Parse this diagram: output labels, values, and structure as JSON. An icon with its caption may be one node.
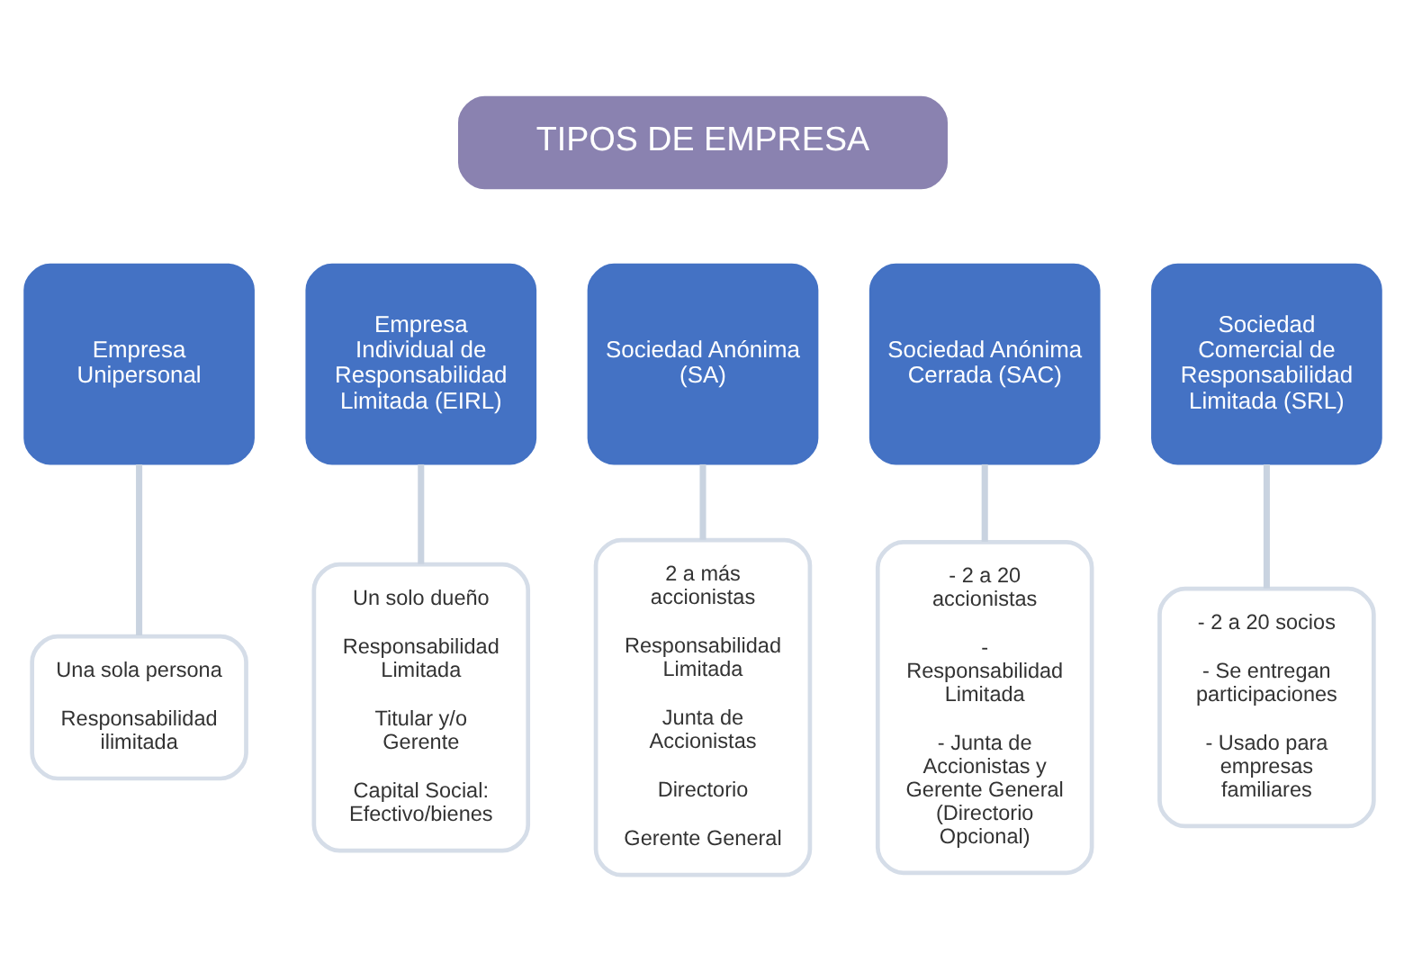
{
  "diagram": {
    "nodes": [
      {
        "text": [
          "TIPOS DE EMPRESA"
        ]
      },
      {
        "text": [
          "Empresa Unipersonal"
        ]
      },
      {
        "text": [
          "Empresa Individual de Responsabilidad Limitada (EIRL)"
        ]
      },
      {
        "text": [
          "Sociedad Anónima (SA)"
        ]
      },
      {
        "text": [
          "Sociedad Anónima Cerrada (SAC)"
        ]
      },
      {
        "text": [
          "Sociedad Comercial de Responsabilidad Limitada (SRL)"
        ]
      },
      {
        "text": [
          "Una sola persona",
          "Responsabilidad ilimitada"
        ]
      },
      {
        "text": [
          "Un solo dueño",
          "Responsabilidad Limitada",
          "Titular y/o Gerente",
          "Capital Social: Efectivo/bienes"
        ]
      },
      {
        "text": [
          "2 a más accionistas",
          "Responsabilidad Limitada",
          "Junta de Accionistas",
          "Directorio",
          "Gerente General"
        ]
      },
      {
        "text": [
          "- 2 a 20 accionistas",
          "- Responsabilidad Limitada",
          "- Junta de Accionistas y Gerente General (Directorio Opcional)"
        ]
      },
      {
        "text": [
          "- 2 a 20 socios",
          "- Se entregan participaciones",
          "- Usado para empresas familiares"
        ]
      }
    ],
    "edges": [
      {
        "from": 1,
        "to": 6,
        "arrow": "none"
      },
      {
        "from": 2,
        "to": 7,
        "arrow": "none"
      },
      {
        "from": 3,
        "to": 8,
        "arrow": "none"
      },
      {
        "from": 4,
        "to": 9,
        "arrow": "none"
      },
      {
        "from": 5,
        "to": 10,
        "arrow": "none"
      }
    ]
  }
}
